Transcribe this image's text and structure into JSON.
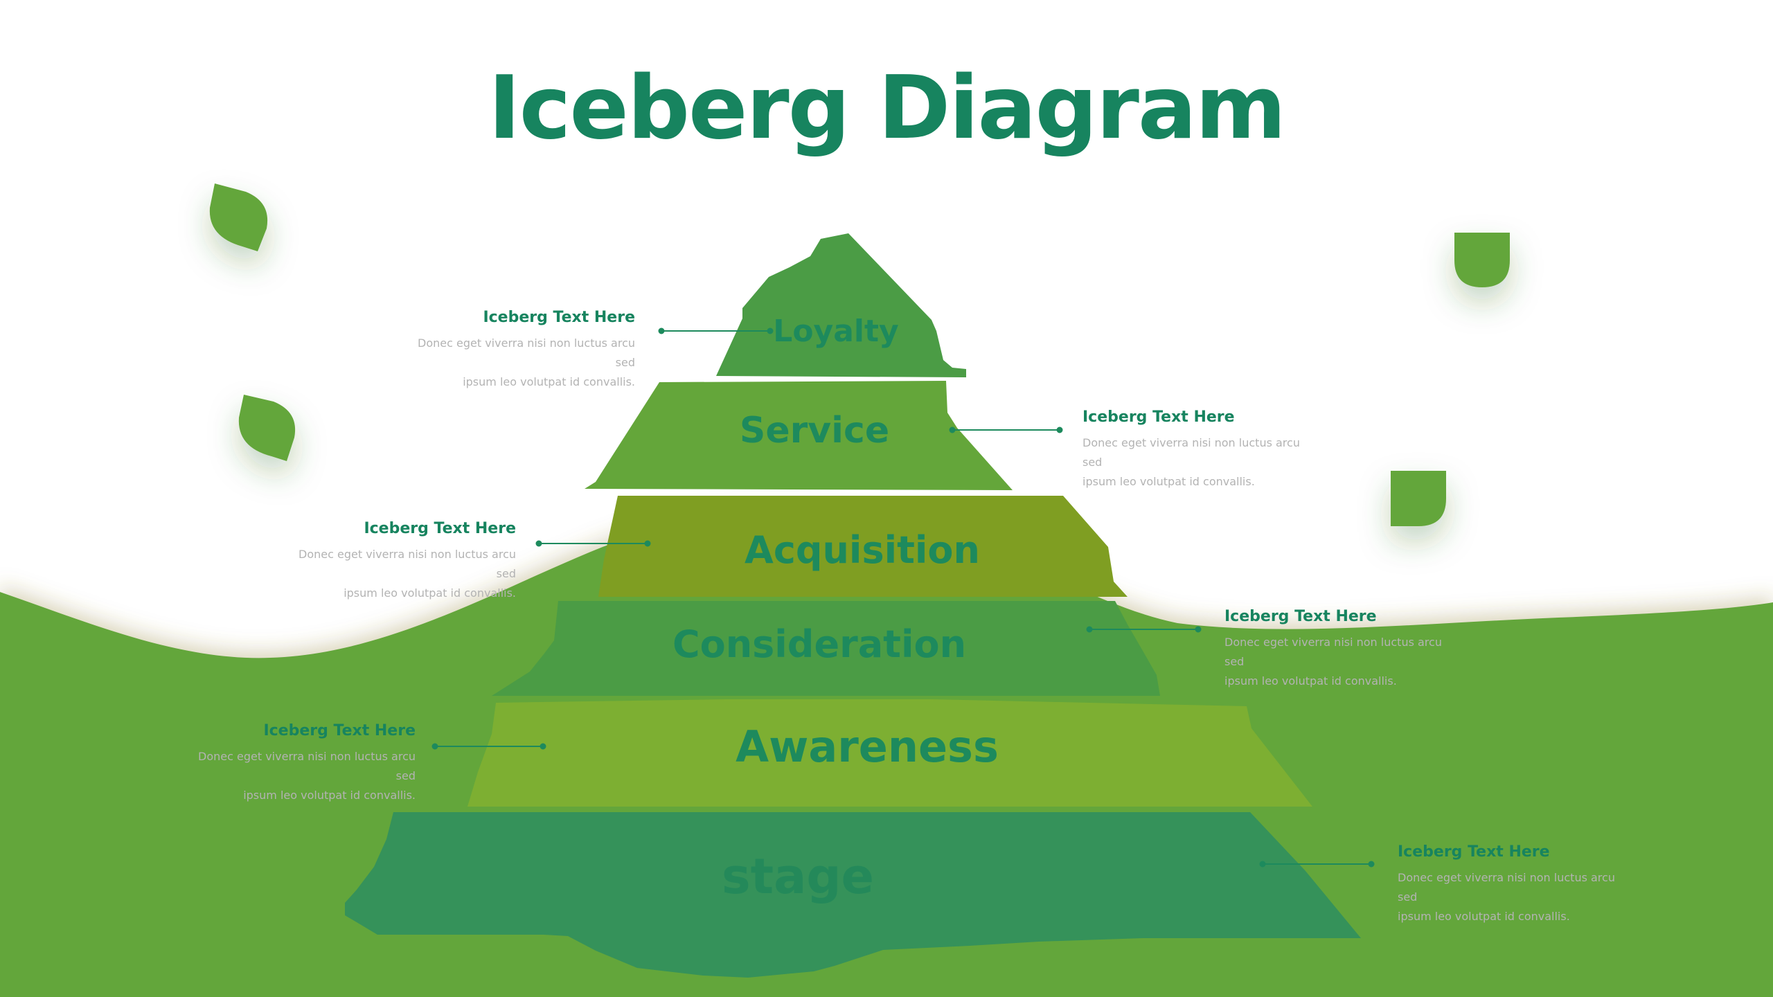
{
  "title": "Iceberg Diagram",
  "colors": {
    "title": "#17845f",
    "water": "#64a63a",
    "loyalty": "#4b9c45",
    "service": "#64a63a",
    "acquisition": "#7f9e22",
    "consideration": "#4b9c45",
    "awareness": "#7daf32",
    "stage": "#35925a",
    "layer_text": "#1d8a5d",
    "leaf": "#64a63a",
    "callout_text": "#b3b3b3"
  },
  "layers": [
    {
      "label": "Loyalty"
    },
    {
      "label": "Service"
    },
    {
      "label": "Acquisition"
    },
    {
      "label": "Consideration"
    },
    {
      "label": "Awareness"
    },
    {
      "label": "stage"
    }
  ],
  "callouts": [
    {
      "heading": "Iceberg Text Here",
      "line1": "Donec eget viverra nisi non luctus arcu sed",
      "line2": "ipsum leo volutpat id convallis."
    },
    {
      "heading": "Iceberg Text Here",
      "line1": "Donec eget viverra nisi non luctus arcu sed",
      "line2": "ipsum leo volutpat id convallis."
    },
    {
      "heading": "Iceberg Text Here",
      "line1": "Donec eget viverra nisi non luctus arcu sed",
      "line2": "ipsum leo volutpat id convallis."
    },
    {
      "heading": "Iceberg Text Here",
      "line1": "Donec eget viverra nisi non luctus arcu sed",
      "line2": "ipsum leo volutpat id convallis."
    },
    {
      "heading": "Iceberg Text Here",
      "line1": "Donec eget viverra nisi non luctus arcu sed",
      "line2": "ipsum leo volutpat id convallis."
    },
    {
      "heading": "Iceberg Text Here",
      "line1": "Donec eget viverra nisi non luctus arcu sed",
      "line2": "ipsum leo volutpat id convallis."
    }
  ]
}
